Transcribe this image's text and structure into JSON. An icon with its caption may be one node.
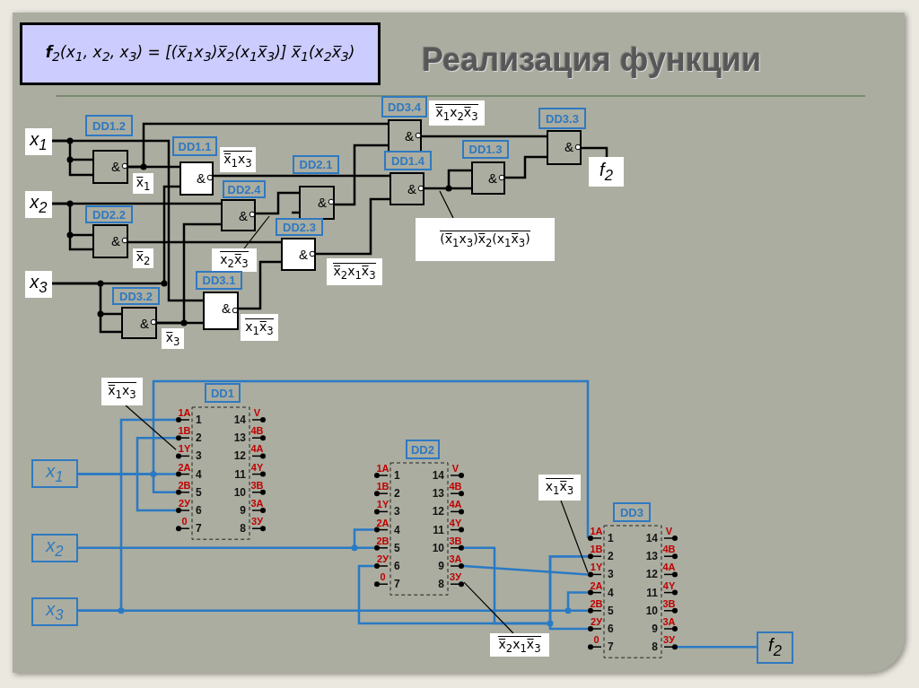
{
  "diagram": {
    "title": "Реализация функции",
    "nodes": [
      {
        "text": [
          "**f**$_{2}$(x$_{1}$, x$_{2}$, x$_{3}$) = [(x̅$_{1}$x$_{3}$)x̅$_{2}$(x$_{1}$x̅$_{3}$)] x̅$_{1}$(x$_{2}$x̅$_{3}$)"
        ]
      },
      {
        "text": [
          "x$_{1}$"
        ]
      },
      {
        "text": [
          "x$_{2}$"
        ]
      },
      {
        "text": [
          "x$_{3}$"
        ]
      },
      {
        "text": [
          "&"
        ],
        "beside": [
          "DD1.2"
        ]
      },
      {
        "text": [
          "&"
        ],
        "beside": [
          "DD2.2"
        ]
      },
      {
        "text": [
          "&"
        ],
        "beside": [
          "DD3.2"
        ]
      },
      {
        "text": [
          "&"
        ],
        "beside": [
          "DD1.1"
        ]
      },
      {
        "text": [
          "&"
        ],
        "beside": [
          "DD2.4"
        ]
      },
      {
        "text": [
          "&"
        ],
        "beside": [
          "DD3.1"
        ]
      },
      {
        "text": [
          "&"
        ],
        "beside": [
          "DD2.1"
        ]
      },
      {
        "text": [
          "&"
        ],
        "beside": [
          "DD2.3"
        ]
      },
      {
        "text": [
          "&"
        ],
        "beside": [
          "DD3.4"
        ]
      },
      {
        "text": [
          "&"
        ],
        "beside": [
          "DD1.4"
        ]
      },
      {
        "text": [
          "&"
        ],
        "beside": [
          "DD1.3"
        ]
      },
      {
        "text": [
          "&"
        ],
        "beside": [
          "DD3.3"
        ]
      },
      {
        "text": [
          "f$_{2}$"
        ]
      },
      {
        "text": [
          "x$_{2}$x̅$_{3}$"
        ]
      },
      {
        "text": [
          "(x̅$_{1}$x$_{3}$)x̅$_{2}$(x$_{1}$x̅$_{3}$)"
        ]
      },
      {
        "text": [],
        "shape": "box",
        "beside": [
          "DD1"
        ]
      },
      {
        "text": [],
        "shape": "box",
        "beside": [
          "DD2"
        ]
      },
      {
        "text": [],
        "shape": "box",
        "beside": [
          "DD3"
        ]
      },
      {
        "text": [
          "x$_{1}$"
        ]
      },
      {
        "text": [
          "x$_{2}$"
        ]
      },
      {
        "text": [
          "x$_{3}$"
        ]
      },
      {
        "text": [
          "f$_{2}$"
        ]
      },
      {
        "text": [
          "x̅$_{1}$x$_{3}$"
        ]
      },
      {
        "text": [
          "x$_{1}$x̅$_{3}$"
        ]
      },
      {
        "text": [
          "x̅$_{2}$x$_{1}$x̅$_{3}$"
        ]
      },
      {
        "text": [
          "x̅$_{1}$"
        ]
      },
      {
        "text": [
          "x̅$_{2}$"
        ]
      },
      {
        "text": [
          "x̅$_{3}$"
        ]
      },
      {
        "text": [
          "x̅$_{1}$x$_{3}$"
        ]
      },
      {
        "text": [
          "x$_{1}$x̅$_{3}$"
        ]
      },
      {
        "text": [
          "x̅$_{2}$x$_{1}$x̅$_{3}$"
        ]
      },
      {
        "text": [
          "x̅$_{1}$x$_{2}$x̅$_{3}$"
        ]
      }
    ],
    "edges": [
      {
        "from": 1,
        "to": 4,
        "arrow": "none"
      },
      {
        "from": 1,
        "to": 9,
        "arrow": "none"
      },
      {
        "from": 2,
        "to": 5,
        "arrow": "none"
      },
      {
        "from": 2,
        "to": 8,
        "arrow": "none"
      },
      {
        "from": 3,
        "to": 6,
        "arrow": "none"
      },
      {
        "from": 3,
        "to": 7,
        "arrow": "none"
      },
      {
        "from": 4,
        "to": 7,
        "arrow": "none"
      },
      {
        "from": 4,
        "to": 12,
        "arrow": "none"
      },
      {
        "from": 5,
        "to": 11,
        "arrow": "none"
      },
      {
        "from": 6,
        "to": 9,
        "arrow": "none"
      },
      {
        "from": 6,
        "to": 8,
        "arrow": "none"
      },
      {
        "from": 7,
        "to": 13,
        "arrow": "none"
      },
      {
        "from": 8,
        "to": 10,
        "arrow": "none"
      },
      {
        "from": 9,
        "to": 11,
        "arrow": "none"
      },
      {
        "from": 10,
        "to": 12,
        "arrow": "none"
      },
      {
        "from": 11,
        "to": 13,
        "arrow": "none"
      },
      {
        "from": 13,
        "to": 14,
        "arrow": "none"
      },
      {
        "from": 14,
        "to": 15,
        "arrow": "none"
      },
      {
        "from": 12,
        "to": 15,
        "arrow": "none"
      },
      {
        "from": 15,
        "to": 16,
        "arrow": "none"
      },
      {
        "from": 17,
        "to": null,
        "arrow": "none"
      },
      {
        "from": 18,
        "to": null,
        "arrow": "none"
      },
      {
        "from": 22,
        "to": 19,
        "arrow": "none",
        "color": "#2a7ac4"
      },
      {
        "from": 22,
        "to": 21,
        "arrow": "none",
        "color": "#2a7ac4"
      },
      {
        "from": 24,
        "to": 19,
        "arrow": "none",
        "color": "#2a7ac4"
      },
      {
        "from": 24,
        "to": 21,
        "arrow": "none",
        "color": "#2a7ac4"
      },
      {
        "from": 23,
        "to": 20,
        "arrow": "none",
        "color": "#2a7ac4"
      },
      {
        "from": 20,
        "to": 21,
        "arrow": "none",
        "color": "#2a7ac4"
      },
      {
        "from": 20,
        "to": 21,
        "arrow": "none",
        "color": "#2a7ac4"
      },
      {
        "from": 20,
        "to": 21,
        "arrow": "none",
        "color": "#2a7ac4"
      },
      {
        "from": 21,
        "to": 25,
        "arrow": "none",
        "color": "#2a7ac4"
      },
      {
        "from": 26,
        "to": 19,
        "arrow": "none"
      },
      {
        "from": 27,
        "to": 21,
        "arrow": "none"
      },
      {
        "from": 28,
        "to": 20,
        "arrow": "none"
      }
    ],
    "labels": [
      "1A",
      "1",
      "14",
      "V",
      "1B",
      "2",
      "13",
      "4B",
      "1Y",
      "3",
      "12",
      "4A",
      "2A",
      "4",
      "11",
      "4Y",
      "2B",
      "5",
      "10",
      "3B",
      "2У",
      "6",
      "9",
      "3A",
      "0",
      "7",
      "8",
      "3У",
      "1A",
      "1",
      "14",
      "V",
      "1B",
      "2",
      "13",
      "4B",
      "1Y",
      "3",
      "12",
      "4A",
      "2A",
      "4",
      "11",
      "4Y",
      "2B",
      "5",
      "10",
      "3B",
      "2У",
      "6",
      "9",
      "3A",
      "0",
      "7",
      "8",
      "3У",
      "1A",
      "1",
      "14",
      "V",
      "1B",
      "2",
      "13",
      "4B",
      "1Y",
      "3",
      "12",
      "4A",
      "2A",
      "4",
      "11",
      "4Y",
      "2B",
      "5",
      "10",
      "3B",
      "2У",
      "6",
      "9",
      "3A",
      "0",
      "7",
      "8",
      "3У"
    ]
  }
}
